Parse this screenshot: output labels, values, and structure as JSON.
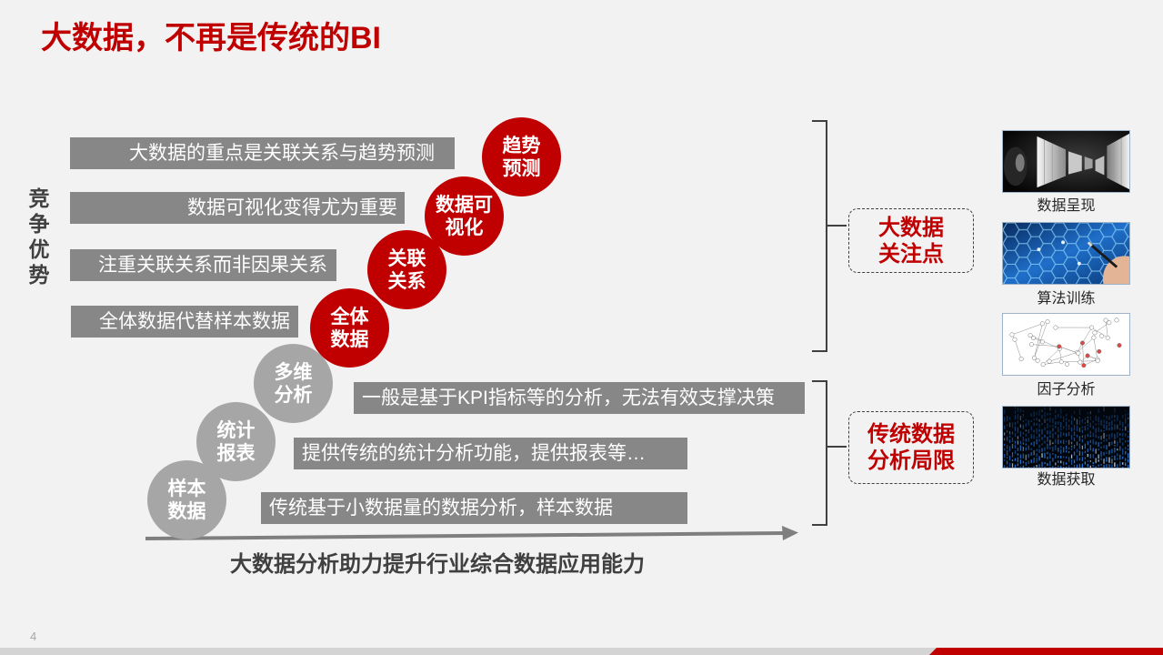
{
  "slide": {
    "title": "大数据，不再是传统的BI",
    "side_label": "竞争优势",
    "caption": "大数据分析助力提升行业综合数据应用能力",
    "page_number": "4"
  },
  "big_data_steps": [
    {
      "circle": [
        "趋势",
        "预测"
      ],
      "bar": "大数据的重点是关联关系与趋势预测"
    },
    {
      "circle": [
        "数据可",
        "视化"
      ],
      "bar": "数据可视化变得尤为重要"
    },
    {
      "circle": [
        "关联",
        "关系"
      ],
      "bar": "注重关联关系而非因果关系"
    },
    {
      "circle": [
        "全体",
        "数据"
      ],
      "bar": "全体数据代替样本数据"
    }
  ],
  "traditional_steps": [
    {
      "circle": [
        "多维",
        "分析"
      ],
      "bar": "一般是基于KPI指标等的分析，无法有效支撑决策"
    },
    {
      "circle": [
        "统计",
        "报表"
      ],
      "bar": "提供传统的统计分析功能，提供报表等…"
    },
    {
      "circle": [
        "样本",
        "数据"
      ],
      "bar": "传统基于小数据量的数据分析，样本数据"
    }
  ],
  "groups": [
    {
      "label": [
        "大数据",
        "关注点"
      ]
    },
    {
      "label": [
        "传统数据",
        "分析局限"
      ]
    }
  ],
  "thumbnails": [
    {
      "caption": "数据呈现",
      "image": "server-room-image"
    },
    {
      "caption": "算法训练",
      "image": "molecule-network-image"
    },
    {
      "caption": "因子分析",
      "image": "network-graph-image"
    },
    {
      "caption": "数据获取",
      "image": "digital-rain-image"
    }
  ],
  "colors": {
    "accent": "#c00000",
    "bar": "#878787",
    "gray_circle": "#a6a6a6",
    "text_dark": "#404040",
    "background": "#f2f2f2"
  }
}
